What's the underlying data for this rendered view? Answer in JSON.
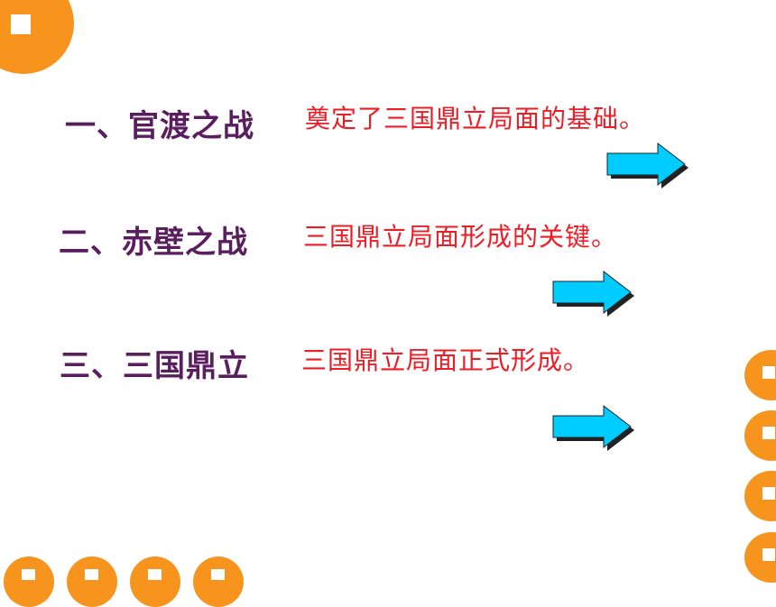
{
  "colors": {
    "accent": "#f7941d",
    "heading": "#5a1e5e",
    "description": "#ee1c24",
    "arrow_fill": "#00ccff",
    "arrow_shadow": "#222222"
  },
  "items": [
    {
      "heading": "一、官渡之战",
      "description": "奠定了三国鼎立局面的基础。"
    },
    {
      "heading": "二、赤壁之战",
      "description": "三国鼎立局面形成的关键。"
    },
    {
      "heading": "三、三国鼎立",
      "description": "三国鼎立局面正式形成。"
    }
  ]
}
